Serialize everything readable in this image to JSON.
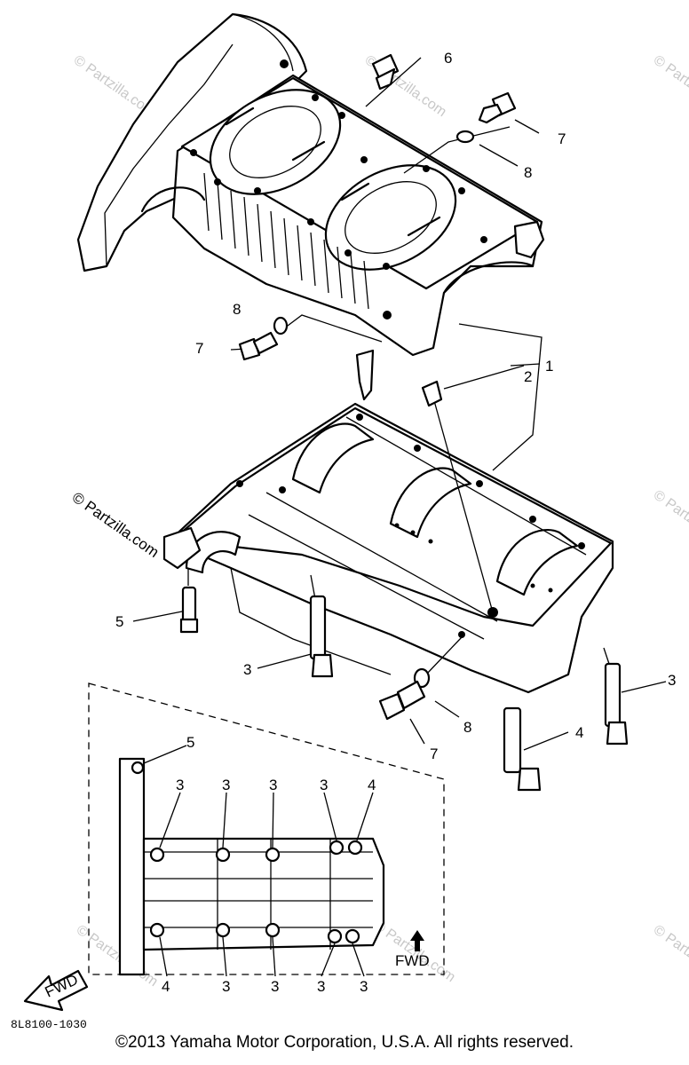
{
  "callouts": {
    "c6": "6",
    "c7a": "7",
    "c8a": "8",
    "c8b": "8",
    "c7b": "7",
    "c2": "2",
    "c1": "1",
    "c5a": "5",
    "c3a": "3",
    "c3b": "3",
    "c8c": "8",
    "c4a": "4",
    "c7c": "7",
    "c5b": "5",
    "t1": "3",
    "t2": "3",
    "t3": "3",
    "t4": "3",
    "t5": "4",
    "b1": "4",
    "b2": "3",
    "b3": "3",
    "b4": "3",
    "b5": "3"
  },
  "fwd_label": "FWD",
  "fwd_arrow_label": "FWD",
  "diagram_code": "8L8100-1030",
  "watermark": "© Partzilla.com",
  "copyright": "©2013 Yamaha Motor Corporation, U.S.A. All rights reserved."
}
